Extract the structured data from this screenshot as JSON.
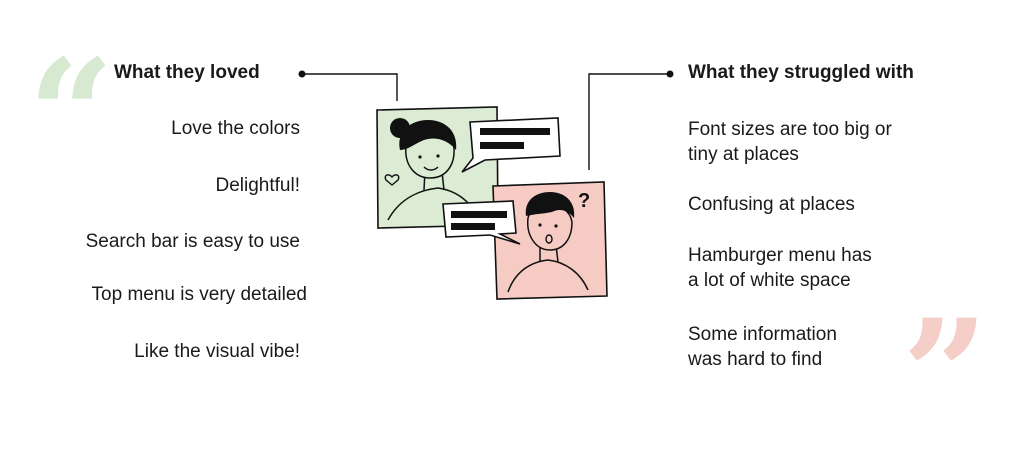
{
  "left": {
    "heading": "What they loved",
    "items": [
      "Love the colors",
      "Delightful!",
      "Search bar is easy to use",
      "Top menu is very detailed",
      "Like the visual vibe!"
    ]
  },
  "right": {
    "heading": "What they struggled with",
    "items": [
      {
        "line1": "Font sizes are too big or",
        "line2": "tiny at places"
      },
      {
        "line1": "Confusing at places",
        "line2": ""
      },
      {
        "line1": "Hamburger menu has",
        "line2": "a lot of white space"
      },
      {
        "line1": "Some information",
        "line2": "was hard to find"
      }
    ]
  },
  "illustration": {
    "question_mark": "?"
  },
  "colors": {
    "green_panel": "#dcebd3",
    "pink_panel": "#f6cbc4",
    "open_quote": "#d7e9d1",
    "close_quote": "#f4cec7",
    "ink": "#111111"
  }
}
